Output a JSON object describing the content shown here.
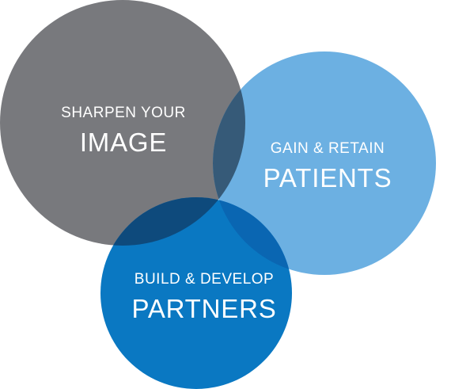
{
  "colors": {
    "background": "#ffffff",
    "gray_circle": "#78797d",
    "light_blue_circle": "#6cb0e2",
    "blue_circle": "#0a78c2",
    "gray_lightblue_overlap": "#365a78",
    "gray_blue_overlap": "#0e4a7c",
    "lightblue_blue_overlap": "#0a66b2",
    "center_overlap": "#0b3f6a",
    "text": "#ffffff"
  },
  "circles": {
    "image": {
      "line1": "SHARPEN YOUR",
      "line2": "IMAGE"
    },
    "patients": {
      "line1": "GAIN & RETAIN",
      "line2": "PATIENTS"
    },
    "partners": {
      "line1": "BUILD & DEVELOP",
      "line2": "PARTNERS"
    }
  }
}
